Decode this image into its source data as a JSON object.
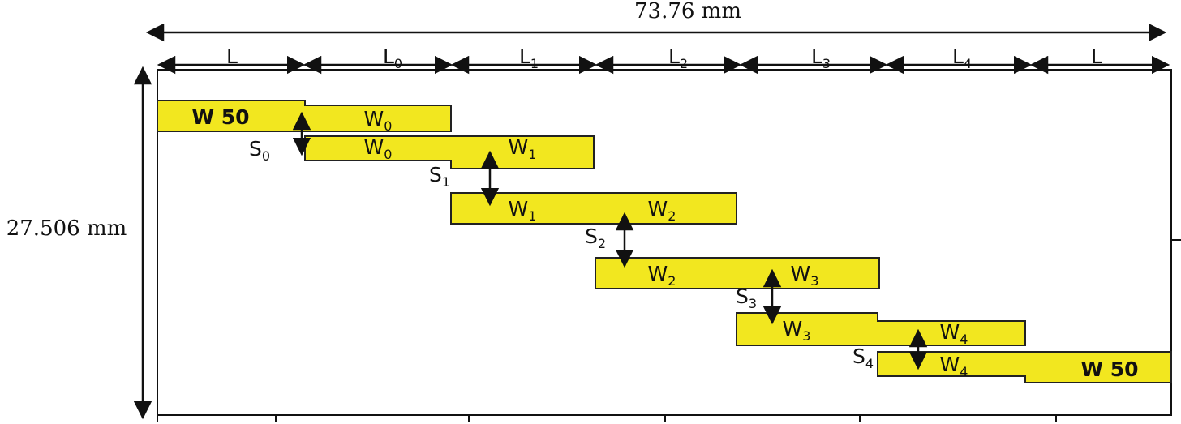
{
  "dimensions": {
    "width_label": "73.76 mm",
    "height_label": "27.506 mm"
  },
  "segments": [
    {
      "base": "L",
      "sub": ""
    },
    {
      "base": "L",
      "sub": "0"
    },
    {
      "base": "L",
      "sub": "1"
    },
    {
      "base": "L",
      "sub": "2"
    },
    {
      "base": "L",
      "sub": "3"
    },
    {
      "base": "L",
      "sub": "4"
    },
    {
      "base": "L",
      "sub": ""
    }
  ],
  "port_labels": {
    "left": "W 50",
    "right": "W 50"
  },
  "width_labels": [
    {
      "base": "W",
      "sub": "0"
    },
    {
      "base": "W",
      "sub": "0"
    },
    {
      "base": "W",
      "sub": "1"
    },
    {
      "base": "W",
      "sub": "1"
    },
    {
      "base": "W",
      "sub": "2"
    },
    {
      "base": "W",
      "sub": "2"
    },
    {
      "base": "W",
      "sub": "3"
    },
    {
      "base": "W",
      "sub": "3"
    },
    {
      "base": "W",
      "sub": "4"
    },
    {
      "base": "W",
      "sub": "4"
    }
  ],
  "gap_labels": [
    {
      "base": "S",
      "sub": "0"
    },
    {
      "base": "S",
      "sub": "1"
    },
    {
      "base": "S",
      "sub": "2"
    },
    {
      "base": "S",
      "sub": "3"
    },
    {
      "base": "S",
      "sub": "4"
    }
  ],
  "colors": {
    "strip": "#f2e71f",
    "outline": "#222222"
  }
}
